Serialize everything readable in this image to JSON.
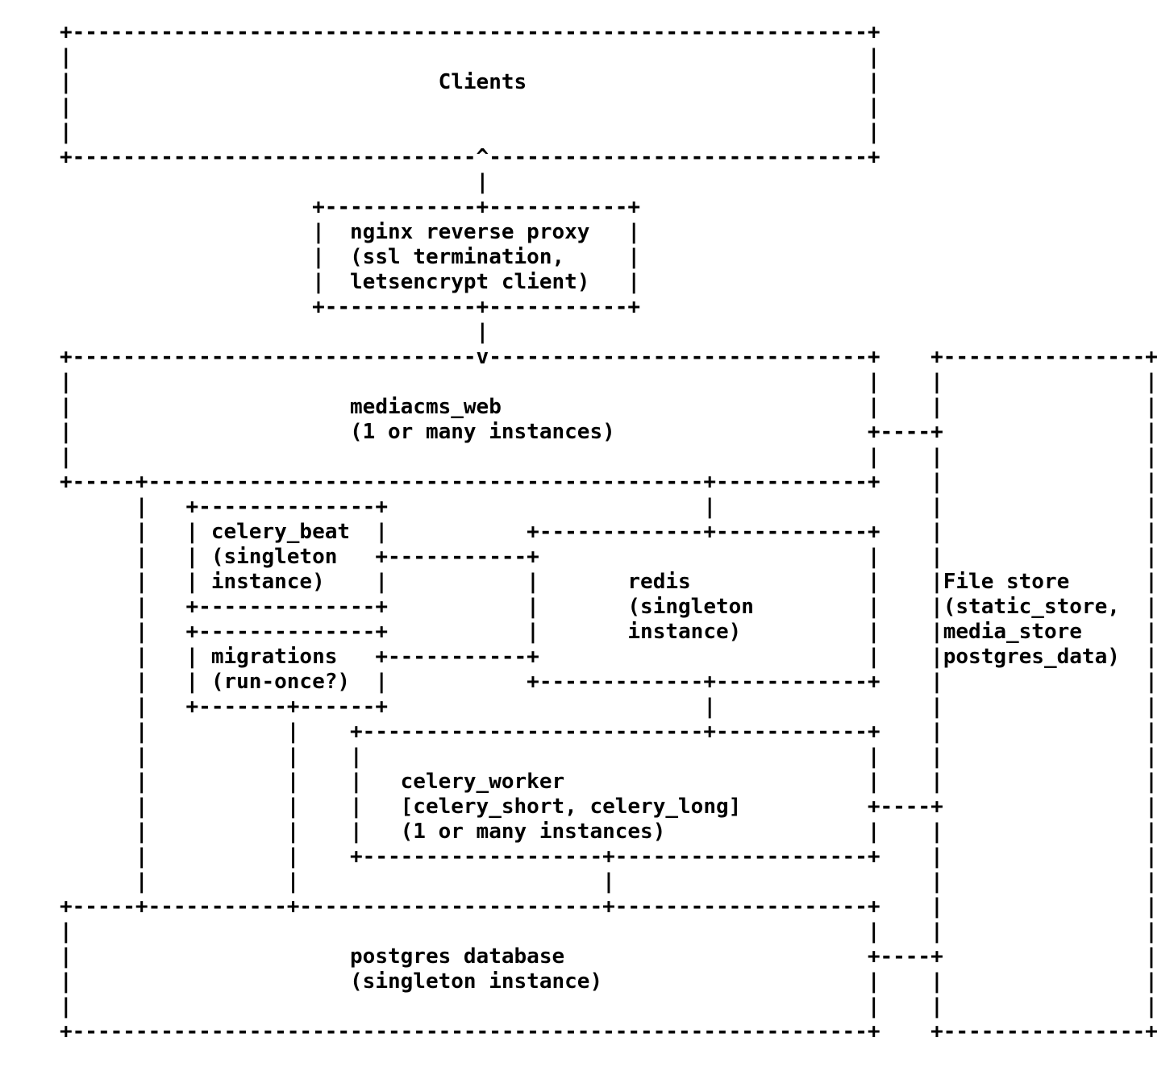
{
  "page": {
    "background_color": "#ffffff",
    "text_color": "#000000"
  },
  "diagram": {
    "type": "ascii-architecture-diagram",
    "nodes": [
      {
        "id": "clients",
        "label": "Clients"
      },
      {
        "id": "nginx",
        "label": "nginx reverse proxy",
        "detail": "(ssl termination, letsencrypt client)"
      },
      {
        "id": "mediacms_web",
        "label": "mediacms_web",
        "detail": "(1 or many instances)"
      },
      {
        "id": "celery_beat",
        "label": "celery_beat",
        "detail": "(singleton instance)"
      },
      {
        "id": "redis",
        "label": "redis",
        "detail": "(singleton instance)"
      },
      {
        "id": "migrations",
        "label": "migrations",
        "detail": "(run-once?)"
      },
      {
        "id": "celery_worker",
        "label": "celery_worker",
        "detail": "[celery_short, celery_long] (1 or many instances)"
      },
      {
        "id": "postgres",
        "label": "postgres database",
        "detail": "(singleton instance)"
      },
      {
        "id": "file_store",
        "label": "File store",
        "detail": "(static_store, media_store postgres_data)"
      }
    ],
    "connections": [
      {
        "from": "nginx",
        "to": "clients"
      },
      {
        "from": "nginx",
        "to": "mediacms_web"
      },
      {
        "from": "mediacms_web",
        "to": "file_store"
      },
      {
        "from": "mediacms_web",
        "to": "redis"
      },
      {
        "from": "mediacms_web",
        "to": "postgres"
      },
      {
        "from": "celery_beat",
        "to": "redis"
      },
      {
        "from": "migrations",
        "to": "redis"
      },
      {
        "from": "migrations",
        "to": "postgres"
      },
      {
        "from": "redis",
        "to": "celery_worker"
      },
      {
        "from": "celery_worker",
        "to": "file_store"
      },
      {
        "from": "celery_worker",
        "to": "postgres"
      },
      {
        "from": "postgres",
        "to": "file_store"
      }
    ],
    "lines": [
      "+---------------------------------------------------------------+",
      "|                                                               |",
      "|                             Clients                           |",
      "|                                                               |",
      "|                                                               |",
      "+--------------------------------^------------------------------+",
      "                                 |",
      "                    +------------+-----------+",
      "                    |  nginx reverse proxy   |",
      "                    |  (ssl termination,     |",
      "                    |  letsencrypt client)   |",
      "                    +------------+-----------+",
      "                                 |",
      "+--------------------------------v------------------------------+    +----------------+",
      "|                                                               |    |                |",
      "|                      mediacms_web                             |    |                |",
      "|                      (1 or many instances)                    +----+                |",
      "|                                                               |    |                |",
      "+-----+--------------------------------------------+------------+    |                |",
      "      |   +--------------+                         |                 |                |",
      "      |   | celery_beat  |           +-------------+------------+    |                |",
      "      |   | (singleton   +-----------+                          |    |                |",
      "      |   | instance)    |           |       redis              |    |File store      |",
      "      |   +--------------+           |       (singleton         |    |(static_store,  |",
      "      |   +--------------+           |       instance)          |    |media_store     |",
      "      |   | migrations   +-----------+                          |    |postgres_data)  |",
      "      |   | (run-once?)  |           +-------------+------------+    |                |",
      "      |   +-------+------+                         |                 |                |",
      "      |           |    +---------------------------+------------+    |                |",
      "      |           |    |                                        |    |                |",
      "      |           |    |   celery_worker                        |    |                |",
      "      |           |    |   [celery_short, celery_long]          +----+                |",
      "      |           |    |   (1 or many instances)                |    |                |",
      "      |           |    +-------------------+--------------------+    |                |",
      "      |           |                        |                         |                |",
      "+-----+-----------+------------------------+--------------------+    |                |",
      "|                                                               |    |                |",
      "|                      postgres database                        +----+                |",
      "|                      (singleton instance)                     |    |                |",
      "|                                                               |    |                |",
      "+---------------------------------------------------------------+    +----------------+"
    ]
  }
}
